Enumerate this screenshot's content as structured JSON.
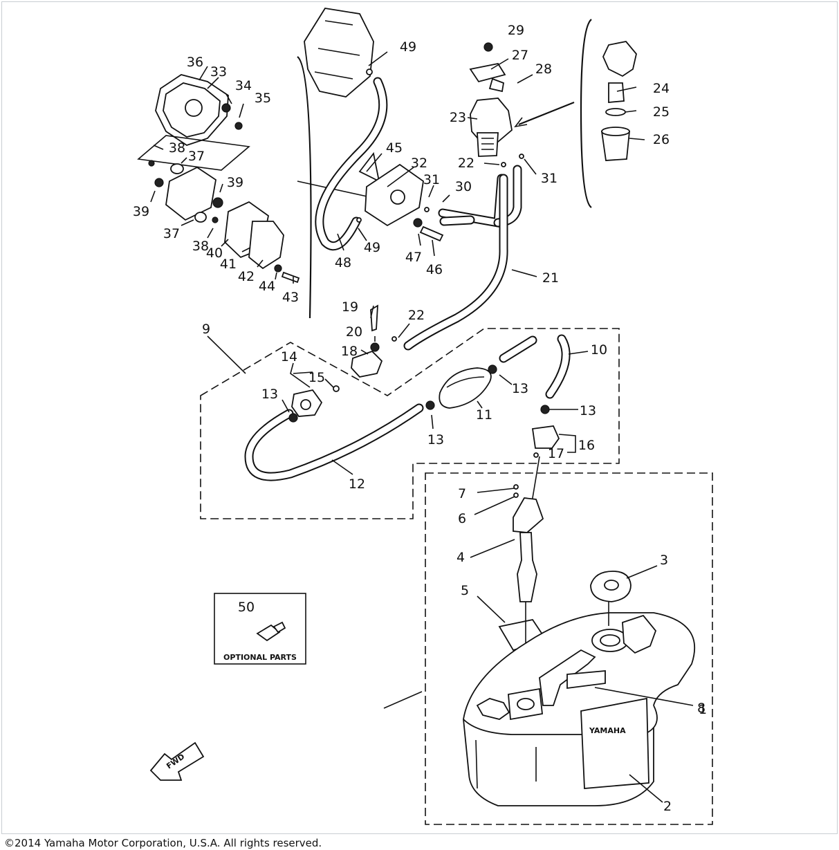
{
  "diagram": {
    "part_numbers": [
      "1",
      "2",
      "3",
      "4",
      "5",
      "6",
      "7",
      "8",
      "9",
      "10",
      "11",
      "12",
      "13",
      "13",
      "13",
      "13",
      "14",
      "15",
      "16",
      "17",
      "18",
      "19",
      "20",
      "21",
      "22",
      "22",
      "23",
      "24",
      "25",
      "26",
      "27",
      "28",
      "29",
      "30",
      "31",
      "31",
      "32",
      "33",
      "34",
      "35",
      "36",
      "37",
      "37",
      "38",
      "38",
      "39",
      "39",
      "40",
      "41",
      "42",
      "43",
      "44",
      "45",
      "46",
      "47",
      "48",
      "49",
      "49",
      "50"
    ],
    "optional_parts_label": "OPTIONAL PARTS",
    "fwd_label": "FWD",
    "tank_label": "YAMAHA"
  },
  "footer": {
    "copyright": "©2014 Yamaha Motor Corporation, U.S.A. All rights reserved."
  }
}
